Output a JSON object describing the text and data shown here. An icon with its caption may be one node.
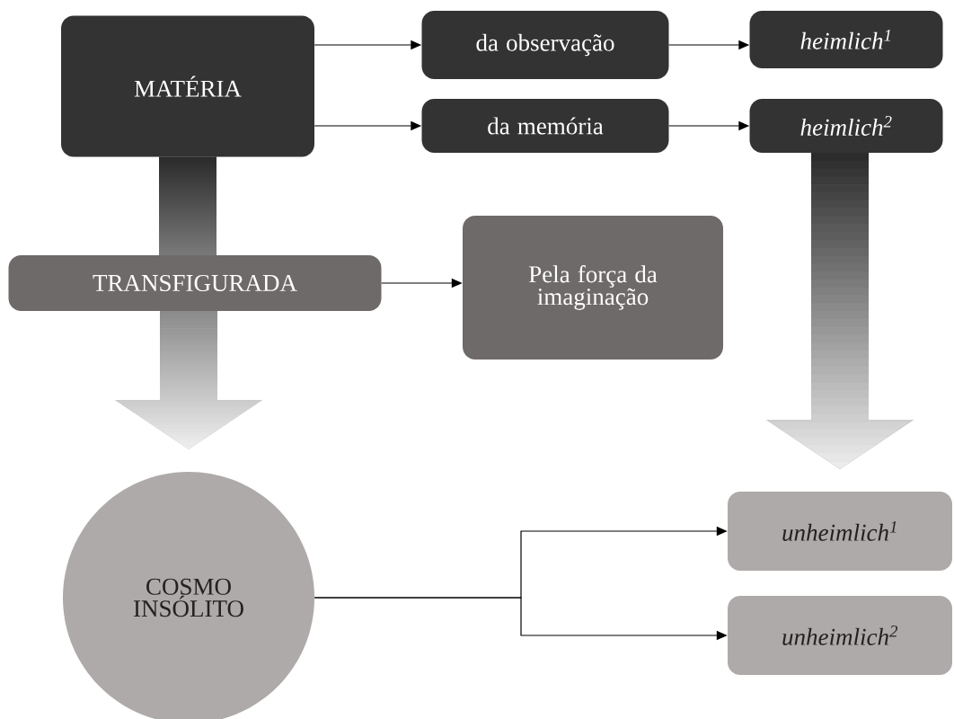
{
  "diagram": {
    "nodes": [
      {
        "text": [
          "MATÉRIA"
        ]
      },
      {
        "text": [
          "da observação"
        ]
      },
      {
        "text": [
          "heimlich$^{1}$"
        ]
      },
      {
        "text": [
          "da memória"
        ]
      },
      {
        "text": [
          "heimlich$^{2}$"
        ]
      },
      {
        "text": [
          "TRANSFIGURADA"
        ]
      },
      {
        "text": [
          "Pela força da imaginação"
        ]
      },
      {
        "text": [
          "COSMO INSÓLITO"
        ]
      },
      {
        "text": [
          "unheimlich$^{1}$"
        ]
      },
      {
        "text": [
          "unheimlich$^{2}$"
        ]
      }
    ],
    "edges": [
      {
        "from": 0,
        "to": 1,
        "arrow": "to"
      },
      {
        "from": 0,
        "to": 3,
        "arrow": "to"
      },
      {
        "from": 1,
        "to": 2,
        "arrow": "to"
      },
      {
        "from": 3,
        "to": 4,
        "arrow": "to"
      },
      {
        "from": 0,
        "to": 5,
        "arrow": "none",
        "style": "thick"
      },
      {
        "from": 5,
        "to": 6,
        "arrow": "to"
      },
      {
        "from": 5,
        "to": 7,
        "arrow": "to",
        "style": "thick"
      },
      {
        "from": 4,
        "to": 8,
        "arrow": "to",
        "style": "thick"
      },
      {
        "from": 7,
        "to": 8,
        "arrow": "to"
      },
      {
        "from": 7,
        "to": 9,
        "arrow": "to"
      }
    ]
  }
}
